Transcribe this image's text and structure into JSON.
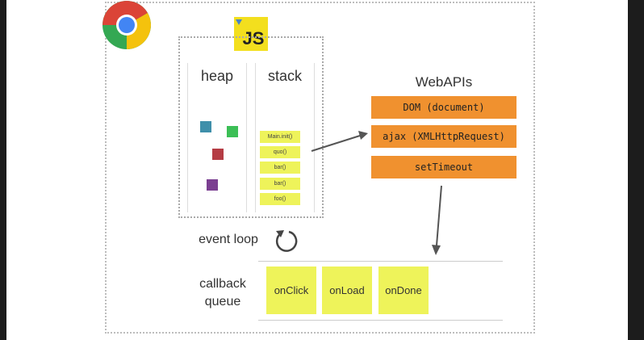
{
  "engine": {
    "logo_text": "JS",
    "heap_title": "heap",
    "stack_title": "stack",
    "stack_frames": [
      "Main.init()",
      "quo()",
      "bar()",
      "bar()",
      "foo()"
    ]
  },
  "webapis": {
    "title": "WebAPIs",
    "items": [
      "DOM (document)",
      "ajax (XMLHttpRequest)",
      "setTimeout"
    ]
  },
  "event_loop": {
    "label": "event loop"
  },
  "callback_queue": {
    "label_line1": "callback",
    "label_line2": "queue",
    "items": [
      "onClick",
      "onLoad",
      "onDone"
    ]
  },
  "colors": {
    "api_box": "#f0912f",
    "frame": "#eef35a",
    "heap_blue": "#3f8faa",
    "heap_green": "#3cbf56",
    "heap_red": "#b53c44",
    "heap_purple": "#7b3f91"
  }
}
